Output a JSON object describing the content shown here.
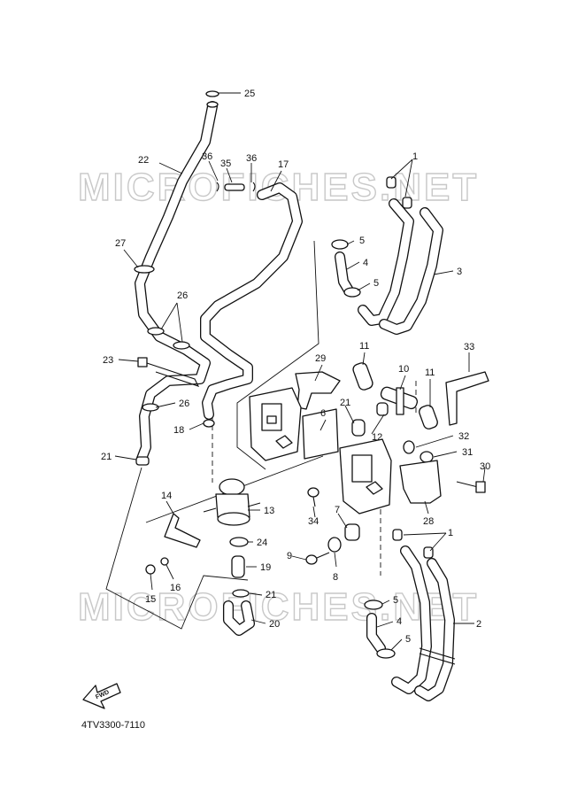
{
  "diagram": {
    "watermark_top": "MICROFICHES.NET",
    "watermark_bottom": "MICROFICHES.NET",
    "part_code": "4TV3300-7110",
    "fwd_label": "FWD",
    "callouts": [
      {
        "id": "c1a",
        "text": "1"
      },
      {
        "id": "c1b",
        "text": "1"
      },
      {
        "id": "c2",
        "text": "2"
      },
      {
        "id": "c3",
        "text": "3"
      },
      {
        "id": "c4a",
        "text": "4"
      },
      {
        "id": "c4b",
        "text": "4"
      },
      {
        "id": "c5a",
        "text": "5"
      },
      {
        "id": "c5b",
        "text": "5"
      },
      {
        "id": "c5c",
        "text": "5"
      },
      {
        "id": "c5d",
        "text": "5"
      },
      {
        "id": "c6",
        "text": "6"
      },
      {
        "id": "c7",
        "text": "7"
      },
      {
        "id": "c8",
        "text": "8"
      },
      {
        "id": "c9",
        "text": "9"
      },
      {
        "id": "c10",
        "text": "10"
      },
      {
        "id": "c11a",
        "text": "11"
      },
      {
        "id": "c11b",
        "text": "11"
      },
      {
        "id": "c12",
        "text": "12"
      },
      {
        "id": "c13",
        "text": "13"
      },
      {
        "id": "c14",
        "text": "14"
      },
      {
        "id": "c15",
        "text": "15"
      },
      {
        "id": "c16",
        "text": "16"
      },
      {
        "id": "c17",
        "text": "17"
      },
      {
        "id": "c18",
        "text": "18"
      },
      {
        "id": "c19",
        "text": "19"
      },
      {
        "id": "c20",
        "text": "20"
      },
      {
        "id": "c21a",
        "text": "21"
      },
      {
        "id": "c21b",
        "text": "21"
      },
      {
        "id": "c21c",
        "text": "21"
      },
      {
        "id": "c22",
        "text": "22"
      },
      {
        "id": "c23",
        "text": "23"
      },
      {
        "id": "c24",
        "text": "24"
      },
      {
        "id": "c25",
        "text": "25"
      },
      {
        "id": "c26a",
        "text": "26"
      },
      {
        "id": "c26b",
        "text": "26"
      },
      {
        "id": "c27",
        "text": "27"
      },
      {
        "id": "c28",
        "text": "28"
      },
      {
        "id": "c29",
        "text": "29"
      },
      {
        "id": "c30",
        "text": "30"
      },
      {
        "id": "c31",
        "text": "31"
      },
      {
        "id": "c32",
        "text": "32"
      },
      {
        "id": "c33",
        "text": "33"
      },
      {
        "id": "c34",
        "text": "34"
      },
      {
        "id": "c35",
        "text": "35"
      },
      {
        "id": "c36a",
        "text": "36"
      },
      {
        "id": "c36b",
        "text": "36"
      }
    ]
  }
}
